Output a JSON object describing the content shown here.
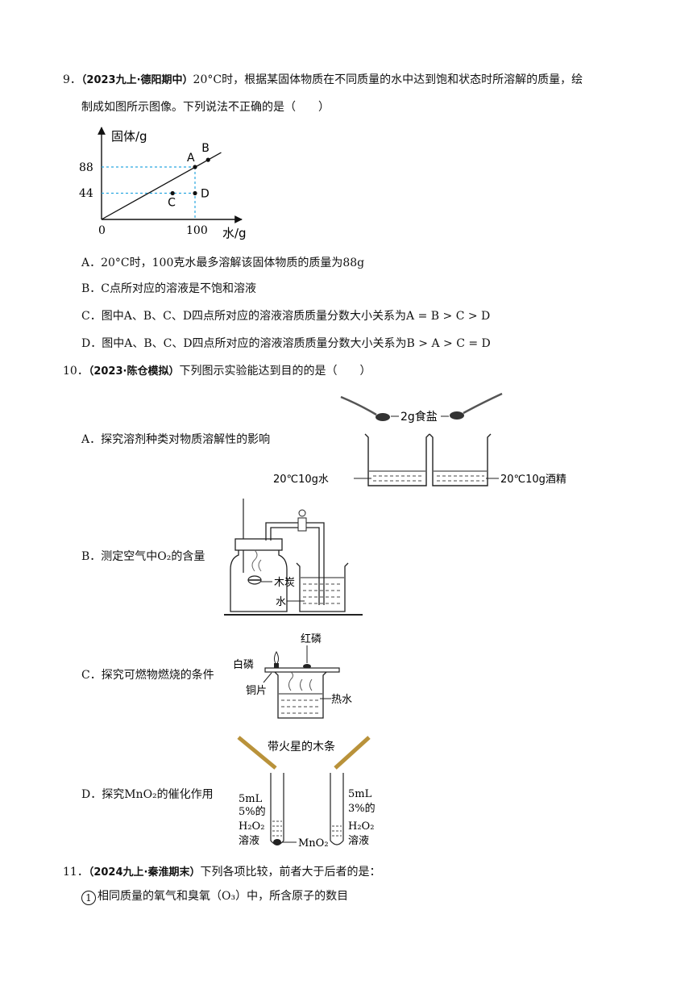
{
  "q9": {
    "num": "9．",
    "src": "（2023九上·德阳期中）",
    "stem1": "20°C时，根据某固体物质在不同质量的水中达到饱和状态时所溶解的质量，绘",
    "stem2": "制成如图所示图像。下列说法不正确的是（　　）",
    "options": [
      "A．20°C时，100克水最多溶解该固体物质的质量为88g",
      "B．C点所对应的溶液是不饱和溶液",
      "C．图中A、B、C、D四点所对应的溶液溶质质量分数大小关系为A = B > C > D",
      "D．图中A、B、C、D四点所对应的溶液溶质质量分数大小关系为B > A > C = D"
    ]
  },
  "chart_data": {
    "type": "line",
    "ylabel": "固体/g",
    "xlabel": "水/g",
    "origin_label": "0",
    "x_ticks": [
      "100"
    ],
    "y_ticks": [
      "88",
      "44"
    ],
    "series": [
      {
        "x": [
          0,
          100,
          114
        ],
        "y": [
          0,
          88,
          100
        ]
      }
    ],
    "points": [
      {
        "label": "A",
        "x": 100,
        "y": 88
      },
      {
        "label": "B",
        "x": 114,
        "y": 100
      },
      {
        "label": "C",
        "x": 76,
        "y": 44
      },
      {
        "label": "D",
        "x": 100,
        "y": 44
      }
    ],
    "xlim": [
      0,
      140
    ],
    "ylim": [
      0,
      125
    ],
    "grid": false
  },
  "q10": {
    "num": "10．",
    "src": "（2023·陈仓模拟）",
    "stem": "下列图示实验能达到目的的是（　　）",
    "options": [
      "A．探究溶剂种类对物质溶解性的影响",
      "B．测定空气中O₂的含量",
      "C．探究可燃物燃烧的条件",
      "D．探究MnO₂的催化作用"
    ],
    "figA": {
      "salt": "2g食盐",
      "left": "20℃10g水",
      "right": "20℃10g酒精"
    },
    "figB": {
      "charcoal": "木炭",
      "water": "水"
    },
    "figC": {
      "red_p": "红磷",
      "white_p": "白磷",
      "copper": "铜片",
      "hot_water": "热水"
    },
    "figD": {
      "splint": "带火星的木条",
      "left_vol": "5mL",
      "left_pct": "5%的",
      "left_chem": "H₂O₂",
      "left_sol": "溶液",
      "right_vol": "5mL",
      "right_pct": "3%的",
      "right_chem": "H₂O₂",
      "right_sol": "溶液",
      "catalyst": "MnO₂"
    }
  },
  "q11": {
    "num": "11．",
    "src": "（2024九上·秦淮期末）",
    "stem": "下列各项比较，前者大于后者的是：",
    "item_mark": "1",
    "item1": "相同质量的氧气和臭氧（O₃）中，所含原子的数目"
  }
}
